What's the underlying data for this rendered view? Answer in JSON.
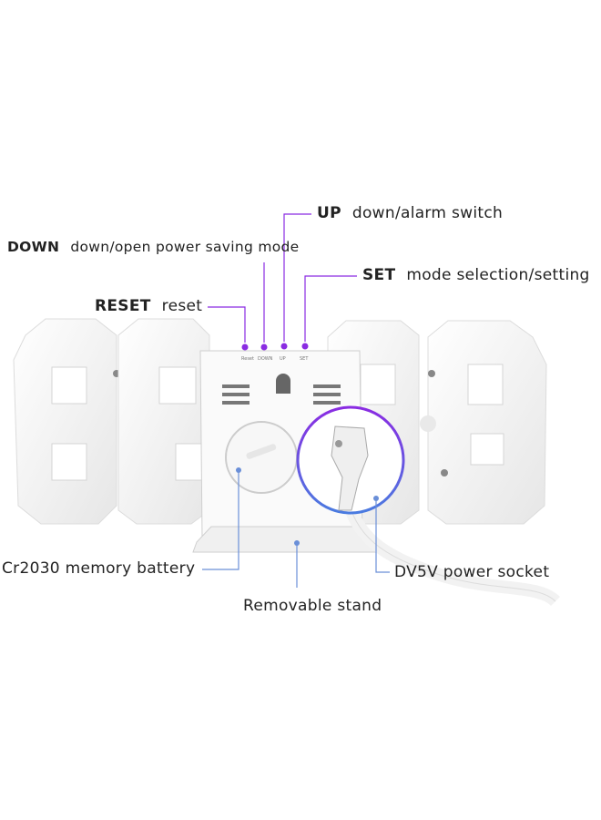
{
  "labels": {
    "up": {
      "key": "UP",
      "desc": "down/alarm switch"
    },
    "down": {
      "key": "DOWN",
      "desc": "down/open power saving mode"
    },
    "set": {
      "key": "SET",
      "desc": "mode selection/setting"
    },
    "reset": {
      "key": "RESET",
      "desc": "reset"
    },
    "battery": "Cr2030 memory battery",
    "socket": "DV5V  power socket",
    "stand": "Removable stand"
  },
  "button_marks": [
    "Reset",
    "DOWN",
    "UP",
    "SET"
  ],
  "colors": {
    "callout": "#8a2be2",
    "line_blue": "#6a8fd8",
    "device": "#f4f4f4"
  }
}
